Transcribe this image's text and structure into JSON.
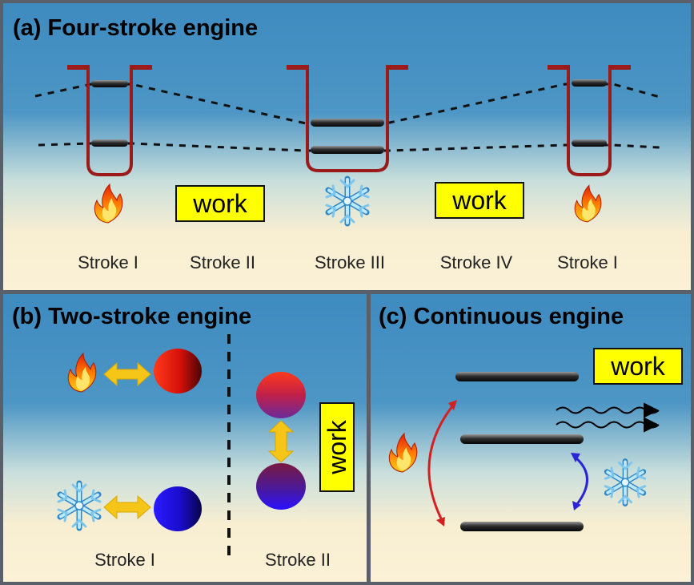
{
  "colors": {
    "sky_top": "#3f8cc0",
    "sky_bottom": "#fbf0d2",
    "frame": "#59606a",
    "piston_wall": "#9b1b1b",
    "work_box": "#ffff00",
    "arrow_yellow": "#f5c518",
    "hot_transition": "#d42020",
    "cold_transition": "#2a26d8"
  },
  "icons": {
    "heat": "fire-icon",
    "cold": "snowflake-icon"
  },
  "panel_a": {
    "title": "(a) Four-stroke engine",
    "work_label_1": "work",
    "work_label_2": "work",
    "strokes": [
      "Stroke I",
      "Stroke II",
      "Stroke III",
      "Stroke IV",
      "Stroke I"
    ]
  },
  "panel_b": {
    "title": "(b) Two-stroke engine",
    "work_label": "work",
    "stroke_1": "Stroke I",
    "stroke_2": "Stroke II"
  },
  "panel_c": {
    "title": "(c) Continuous engine",
    "work_label": "work"
  }
}
